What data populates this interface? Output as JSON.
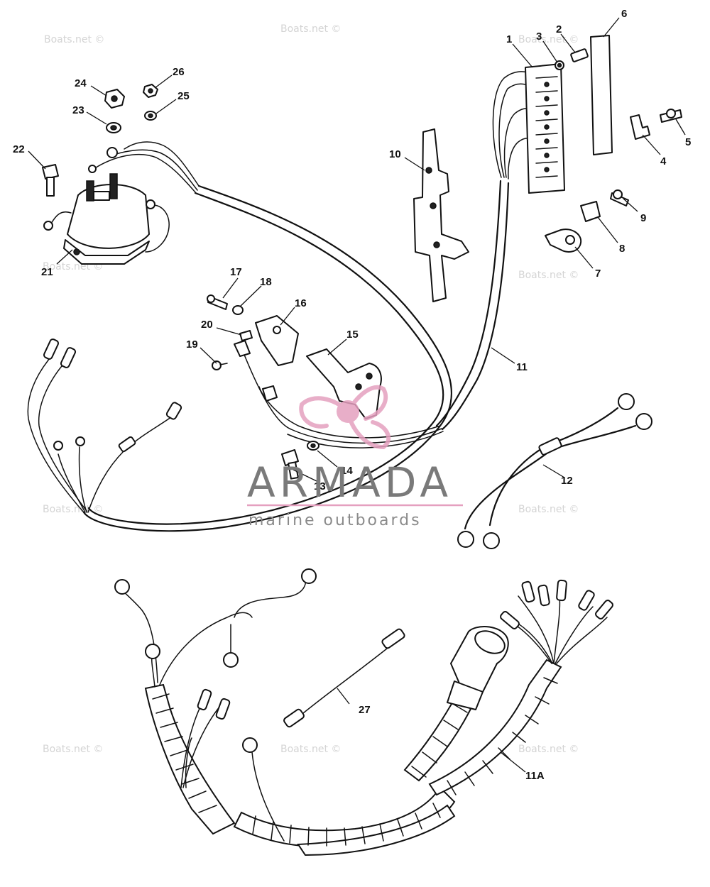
{
  "callouts": {
    "c1": "1",
    "c2": "2",
    "c3": "3",
    "c4": "4",
    "c5": "5",
    "c6": "6",
    "c7": "7",
    "c8": "8",
    "c9": "9",
    "c10": "10",
    "c11": "11",
    "c11a": "11A",
    "c12": "12",
    "c13": "13",
    "c14": "14",
    "c15": "15",
    "c16": "16",
    "c17": "17",
    "c18": "18",
    "c19": "19",
    "c20": "20",
    "c21": "21",
    "c22": "22",
    "c23": "23",
    "c24": "24",
    "c25": "25",
    "c26": "26",
    "c27": "27"
  },
  "watermark": {
    "text": "Boats.net ©"
  },
  "brand": {
    "name": "ARMADA",
    "tagline": "marine outboards",
    "logo_icon": "propeller-icon",
    "accent_color": "#e5a0bf",
    "text_color": "#7a7a7a"
  }
}
